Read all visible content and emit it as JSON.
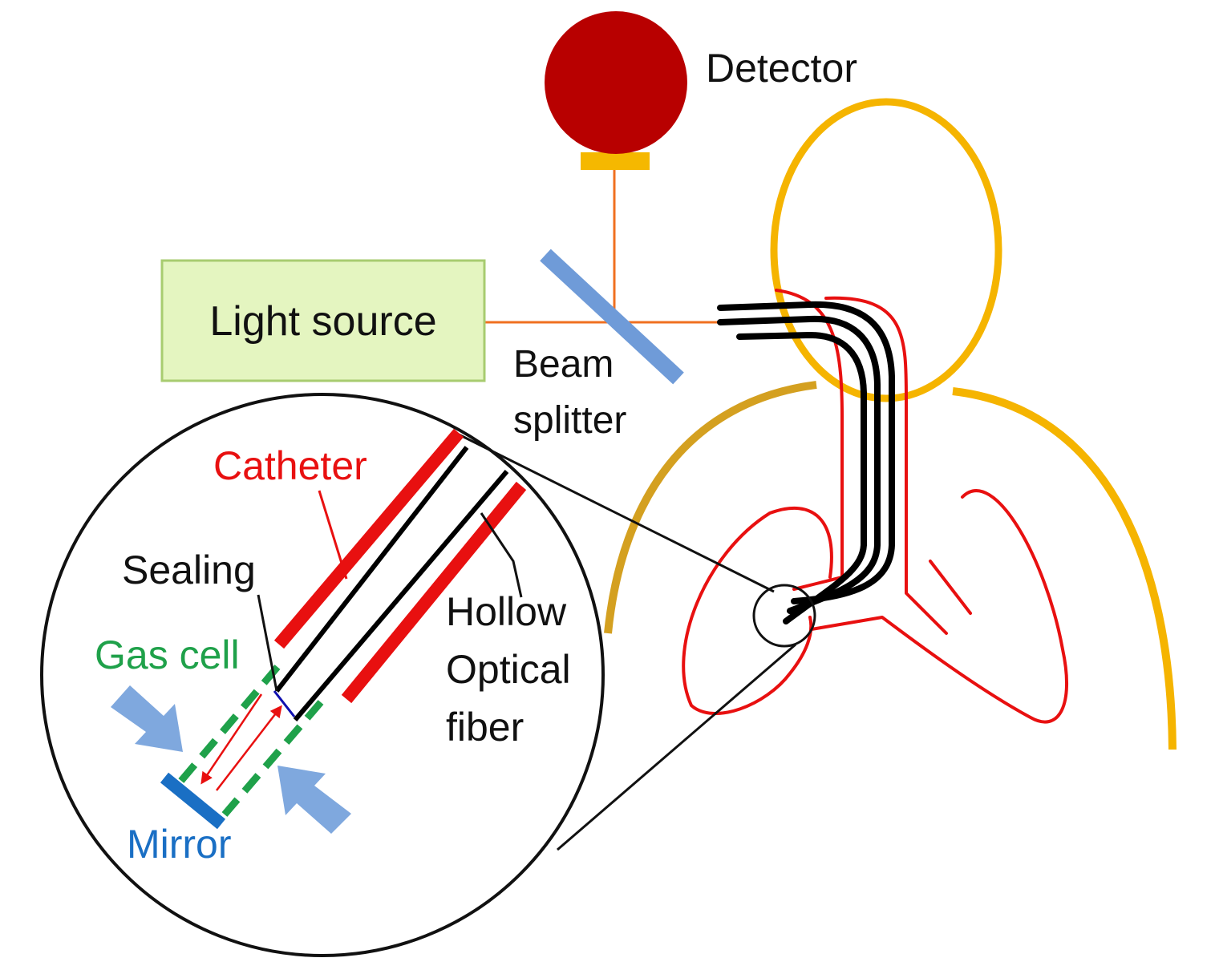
{
  "labels": {
    "detector": "Detector",
    "light_source": "Light source",
    "beam_splitter_line1": "Beam",
    "beam_splitter_line2": "splitter",
    "catheter": "Catheter",
    "sealing": "Sealing",
    "gas_cell": "Gas cell",
    "mirror": "Mirror",
    "hollow_fiber_line1": "Hollow",
    "hollow_fiber_line2": "Optical",
    "hollow_fiber_line3": "fiber"
  },
  "colors": {
    "detector": "#b80000",
    "detector_base": "#f5b800",
    "beam": "#f07020",
    "light_source_fill": "#e4f5c0",
    "light_source_border": "#a8cc70",
    "beam_splitter": "#6f9bd8",
    "body_outline": "#f5b400",
    "shoulder_left": "#d4a020",
    "catheter": "#e81010",
    "fiber": "#000000",
    "gas_cell": "#1fa14a",
    "mirror": "#1a6fc4",
    "gas_flow_arrow": "#7fa8de",
    "sealing": "#1010b0",
    "light_arrow": "#e81010",
    "text_black": "#111111"
  },
  "icons": {
    "gas_flow": "arrow-icon"
  }
}
